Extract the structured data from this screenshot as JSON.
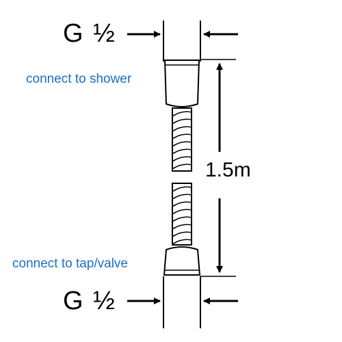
{
  "labels": {
    "top_thread": "G ½",
    "bottom_thread": "G ½",
    "connect_top": "connect to shower",
    "connect_bottom": "connect to tap/valve",
    "length": "1.5m"
  },
  "colors": {
    "callout_text": "#1a6fc4",
    "line": "#000000",
    "background": "#ffffff"
  },
  "icons": {
    "dimension_arrow": "arrowhead",
    "hose_coil": "spiral-coil"
  }
}
